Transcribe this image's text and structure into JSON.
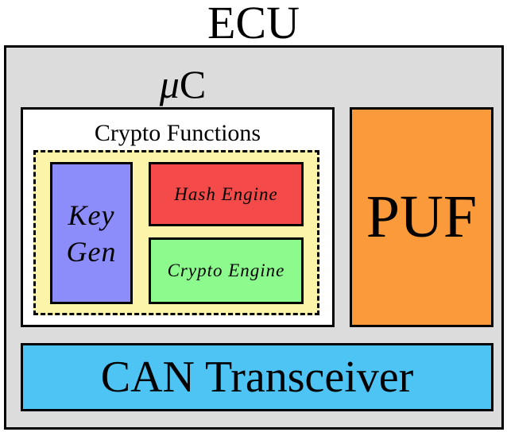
{
  "ecu": {
    "title": "ECU"
  },
  "microcontroller": {
    "symbol": "μ",
    "letter": "C"
  },
  "crypto_functions": {
    "label": "Crypto Functions"
  },
  "key_gen": {
    "line1": "Key",
    "line2": "Gen"
  },
  "hash_engine": {
    "label": "Hash Engine"
  },
  "crypto_engine": {
    "label": "Crypto Engine"
  },
  "puf": {
    "label": "PUF"
  },
  "can_transceiver": {
    "label": "CAN Transceiver"
  },
  "colors": {
    "ecu_fill": "#dcdcdc",
    "crypto_group_fill": "#fcf4a8",
    "key_gen_fill": "#8c8cfa",
    "hash_engine_fill": "#f54a4a",
    "crypto_engine_fill": "#8cfa8c",
    "puf_fill": "#fa9a3a",
    "can_fill": "#4ec4f4"
  }
}
